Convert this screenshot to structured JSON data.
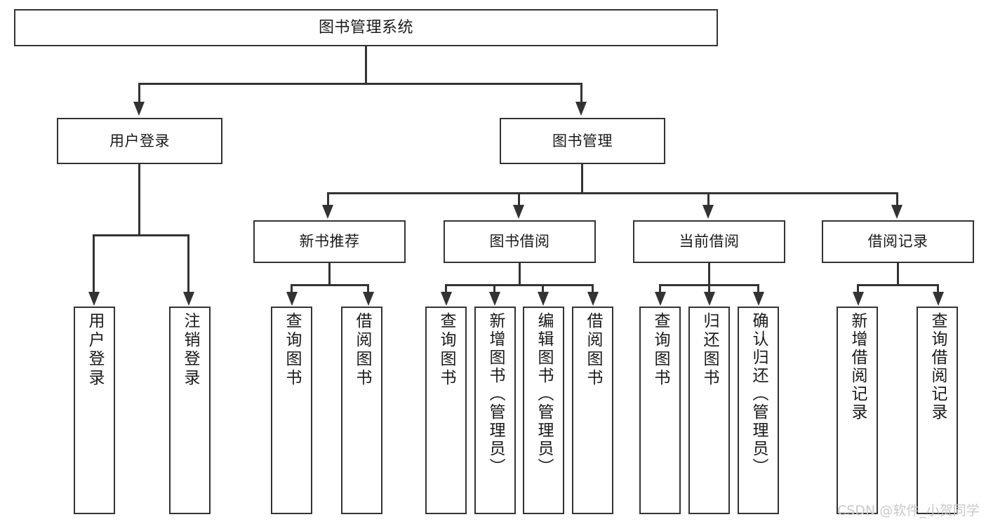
{
  "diagram": {
    "title": "图书管理系统",
    "type": "tree-hierarchy",
    "root": {
      "label": "图书管理系统"
    },
    "level2": [
      {
        "label": "用户登录"
      },
      {
        "label": "图书管理"
      }
    ],
    "level3": [
      {
        "label": "新书推荐"
      },
      {
        "label": "图书借阅"
      },
      {
        "label": "当前借阅"
      },
      {
        "label": "借阅记录"
      }
    ],
    "leaves": {
      "user_login": [
        {
          "label": "用户登录"
        },
        {
          "label": "注销登录"
        }
      ],
      "new_book_recommend": [
        {
          "label": "查询图书"
        },
        {
          "label": "借阅图书"
        }
      ],
      "book_borrow": [
        {
          "label": "查询图书"
        },
        {
          "label": "新增图书（管理员）"
        },
        {
          "label": "编辑图书（管理员）"
        },
        {
          "label": "借阅图书"
        }
      ],
      "current_borrow": [
        {
          "label": "查询图书"
        },
        {
          "label": "归还图书"
        },
        {
          "label": "确认归还（管理员）"
        }
      ],
      "borrow_record": [
        {
          "label": "新增借阅记录"
        },
        {
          "label": "查询借阅记录"
        }
      ]
    }
  },
  "watermark": {
    "text": "CSDN @软件_小贺同学"
  },
  "colors": {
    "stroke": "#333333",
    "fill": "#ffffff",
    "text": "#1a1a1a",
    "watermark": "#c9c9c9"
  }
}
